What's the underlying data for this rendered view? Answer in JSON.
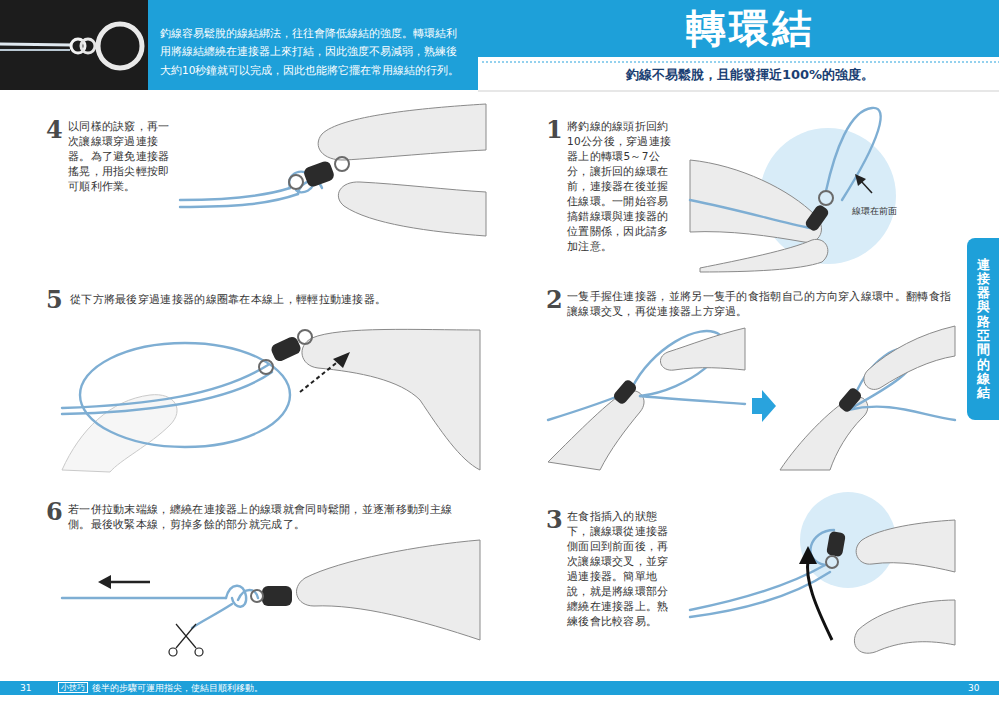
{
  "diagram": {
    "title": "轉環結",
    "nodes": [
      {
        "text": [
          "釣線容易鬆脫的線結綁法，往往會降低線結的強度。轉環結利用將線結纏繞在連接器上來打結，因此強度不易減弱，熟練後大約10秒鐘就可以完成，因此也能將它擺在常用線結的行列。"
        ]
      },
      {
        "text": [
          "連接器與路亞間的線結"
        ]
      },
      {
        "text": [
          "31",
          "後半的步驟可運用指尖，使結目順利移動。",
          "30"
        ]
      },
      {
        "text": [
          "小技巧"
        ],
        "in": 2
      }
    ],
    "labels": [
      "釣線不易鬆脫，且能發揮近100%的強度。",
      "1",
      "將釣線的線頭折回約10公分後，穿過連接器上的轉環5～7公分，讓折回的線環在前，連接器在後並握住線環。一開始容易搞錯線環與連接器的位置關係，因此請多加注意。",
      "線環在前面",
      "2",
      "一隻手握住連接器，並將另一隻手的食指朝自己的方向穿入線環中。翻轉食指讓線環交叉，再從連接器上方穿過。",
      "3",
      "在食指插入的狀態下，讓線環從連接器側面回到前面後，再次讓線環交叉，並穿過連接器。簡單地說，就是將線環部分纏繞在連接器上。熟練後會比較容易。",
      "4",
      "以同樣的訣竅，再一次讓線環穿過連接器。為了避免連接器搖晃，用指尖輕按即可順利作業。",
      "5",
      "從下方將最後穿過連接器的線圈靠在本線上，輕輕拉動連接器。",
      "6",
      "若一併拉動末端線，纏繞在連接器上的線環就會同時鬆開，並逐漸移動到主線側。最後收緊本線，剪掉多餘的部分就完成了。"
    ]
  }
}
